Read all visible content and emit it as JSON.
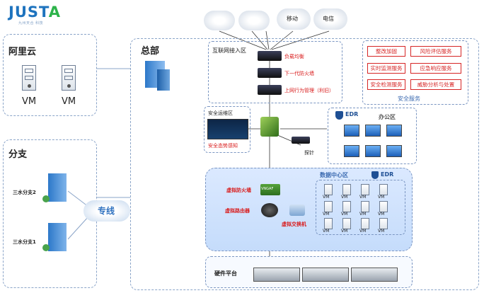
{
  "logo": {
    "main_j": "JUST",
    "main_a": "A",
    "sub": "九州天合 科技"
  },
  "aliyun": {
    "title": "阿里云",
    "vm1": "VM",
    "vm2": "VM"
  },
  "branch": {
    "title": "分支",
    "branch2": "三水分支2",
    "branch1": "三水分支1"
  },
  "leased_line": "专线",
  "hq": {
    "title": "总部"
  },
  "internet_zone": {
    "title": "互联网接入区",
    "load_balance": "负载均衡",
    "ngfw": "下一代防火墙",
    "behavior_mgmt": "上网行为管理（利旧）"
  },
  "clouds": {
    "mobile": "移动",
    "telecom": "电信"
  },
  "ops_zone": {
    "title": "安全运维区",
    "situation": "安全态势感知"
  },
  "probe": "探针",
  "office": {
    "edr": "EDR",
    "title": "办公区"
  },
  "security_services": {
    "title": "安全服务",
    "items": [
      "整改加固",
      "风险评估服务",
      "实时监测服务",
      "应急响应服务",
      "安全检测服务",
      "威胁分析与处置"
    ]
  },
  "datacenter": {
    "title": "数据中心区",
    "edr": "EDR",
    "vfw": "虚拟防火墙",
    "vrouter": "虚拟路由器",
    "vswitch": "虚拟交换机",
    "vngaf": "VNGAF",
    "vm_label": "VM"
  },
  "hardware": {
    "title": "硬件平台"
  }
}
